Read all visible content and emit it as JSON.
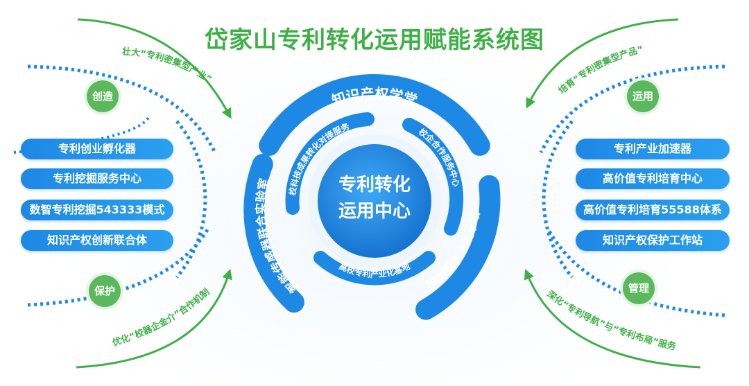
{
  "title": "岱家山专利转化运用赋能系统图",
  "center": {
    "line1": "专利转化",
    "line2": "运用中心"
  },
  "outer_ring": {
    "top": "知识产权学堂",
    "left": "智能传感器联合实验室",
    "bottom_right": "科创服务十员十站"
  },
  "inner_ring": {
    "top_left": "高校科技成果转化对接服务站",
    "right": "校企合作服务中心",
    "bottom": "高校专利产业化基地"
  },
  "left": {
    "badge_top": "创造",
    "badge_bottom": "保护",
    "arc_top": "壮大“专利密集型产业”",
    "arc_bottom": "优化“校器企金介”合作机制",
    "items": [
      "专利创业孵化器",
      "专利挖掘服务中心",
      "数智专利挖掘543333模式",
      "知识产权创新联合体"
    ]
  },
  "right": {
    "badge_top": "运用",
    "badge_bottom": "管理",
    "arc_top": "培育“专利密集型产品”",
    "arc_bottom": "深化“专利导航”与“专利布局”服务",
    "items": [
      "专利产业加速器",
      "高价值专利培育中心",
      "高价值专利培育55588体系",
      "知识产权保护工作站"
    ]
  },
  "colors": {
    "blue": "#1e88e5",
    "green": "#3db046",
    "badge": "#5cb85c"
  }
}
